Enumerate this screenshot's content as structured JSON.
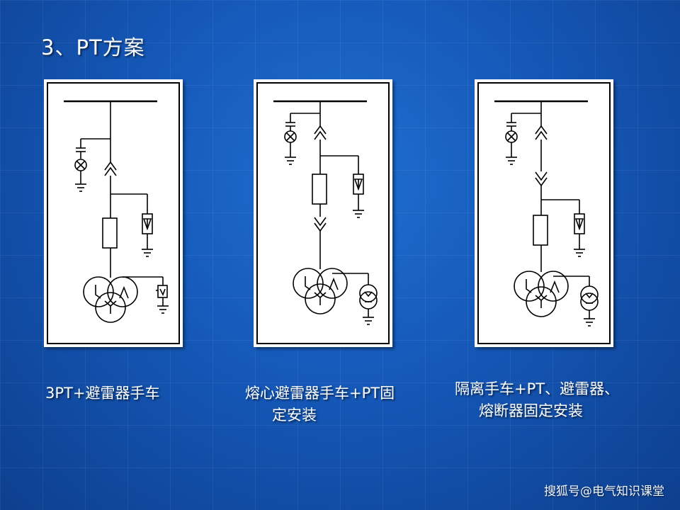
{
  "slide": {
    "title": "3、PT方案"
  },
  "schemes": [
    {
      "caption_lines": [
        "3PT+避雷器手车"
      ]
    },
    {
      "caption_lines": [
        "熔心避雷器手车+PT固",
        "定安装"
      ]
    },
    {
      "caption_lines": [
        "隔离手车+PT、避雷器、",
        "熔断器固定安装"
      ]
    }
  ],
  "watermark": "搜狐号@电气知识课堂",
  "colors": {
    "background": "#1558b8",
    "text": "#ffffff",
    "panel": "#ffffff",
    "line": "#000000"
  }
}
